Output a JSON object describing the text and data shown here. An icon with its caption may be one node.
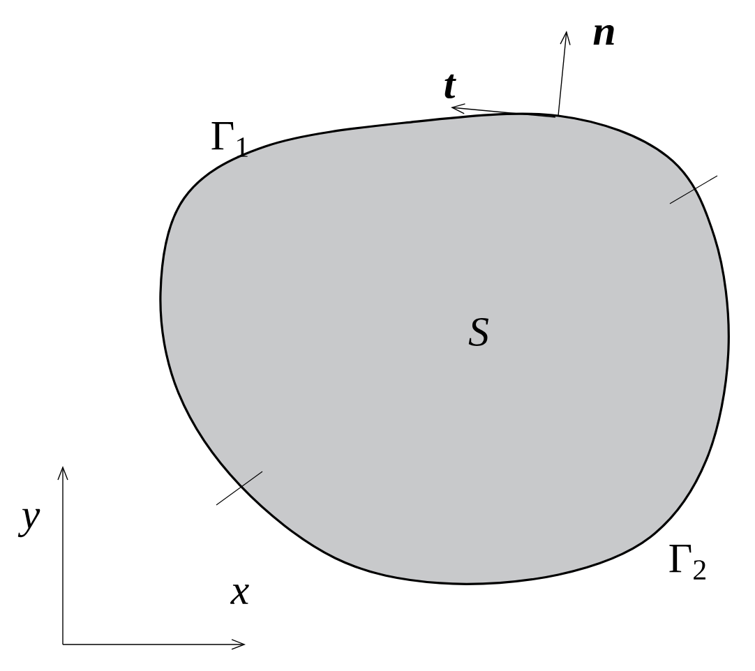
{
  "diagram": {
    "nodes": [
      {
        "text": [
          "S"
        ]
      }
    ],
    "labels": [
      "n",
      "t",
      "Γ$_{1}$",
      "Γ$_{2}$",
      "y",
      "x"
    ]
  }
}
